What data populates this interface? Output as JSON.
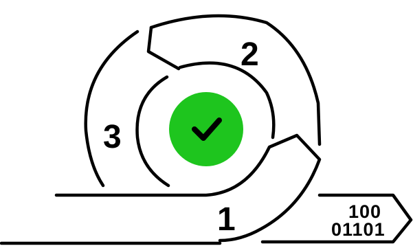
{
  "steps": [
    {
      "number": "1"
    },
    {
      "number": "2"
    },
    {
      "number": "3"
    }
  ],
  "binary": {
    "line1": "100",
    "line2": "01101"
  },
  "colors": {
    "stroke": "#000000",
    "check_circle": "#1ec51e",
    "check_mark": "#000000",
    "background": "#ffffff"
  },
  "icons": {
    "center": "checkmark-icon",
    "output": "binary-tag-icon"
  }
}
